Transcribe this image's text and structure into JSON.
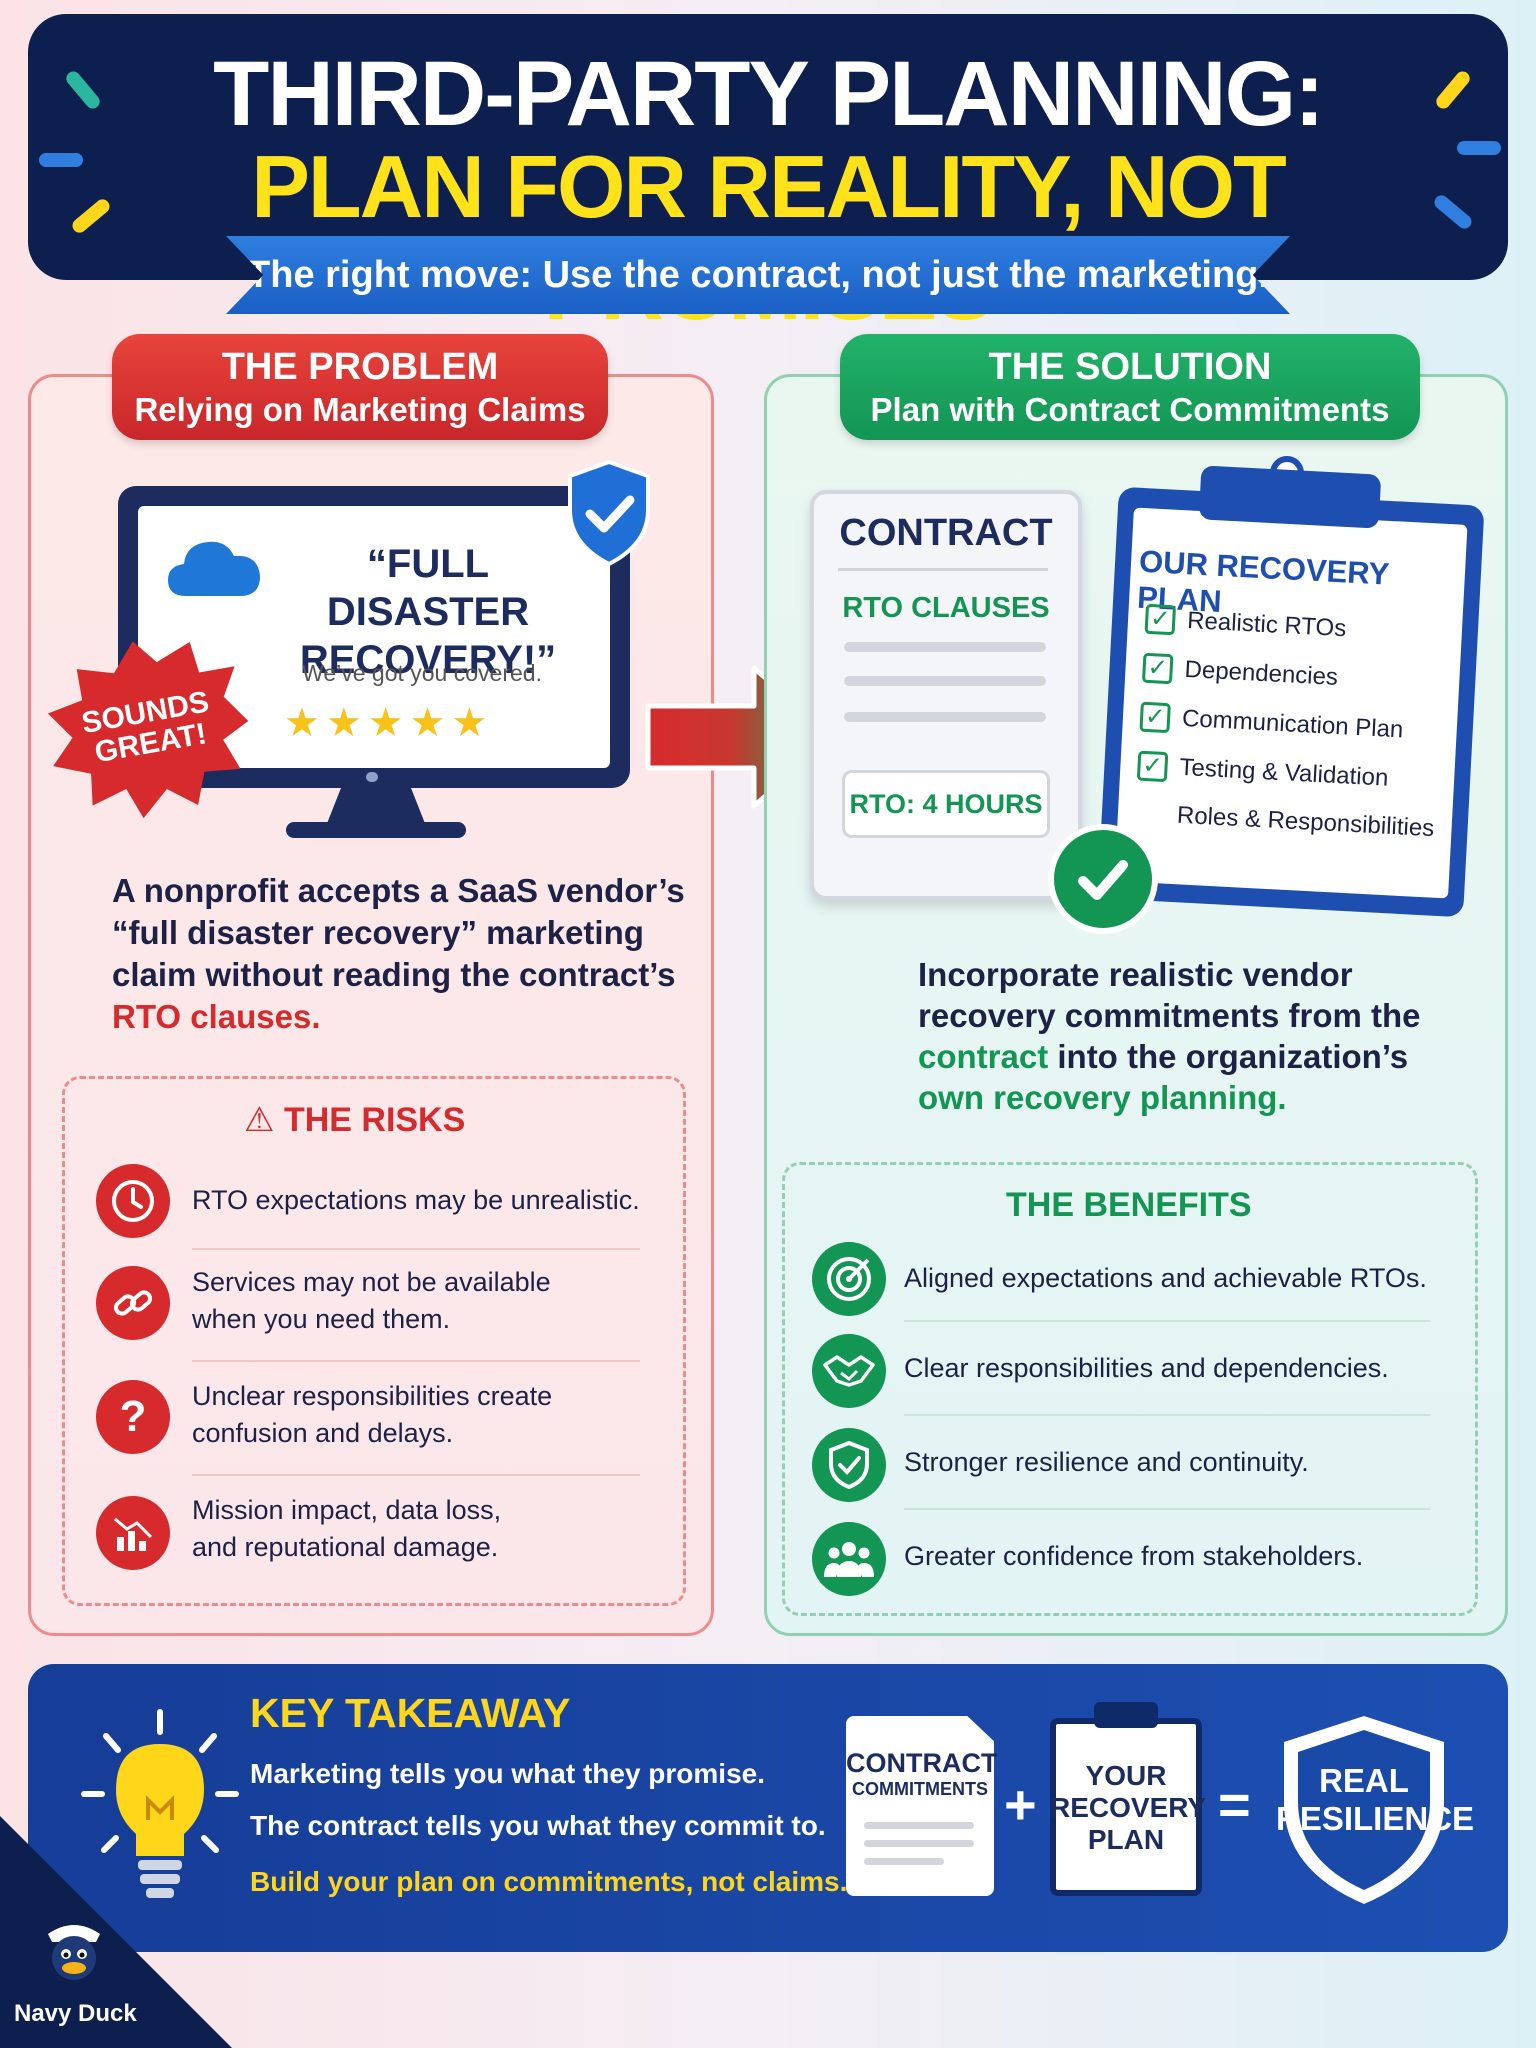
{
  "header": {
    "title_line1": "THIRD-PARTY PLANNING:",
    "title_line2": "PLAN FOR REALITY, NOT PROMISES",
    "subtitle": "The right move: Use the contract, not just the marketing."
  },
  "problem": {
    "heading": "THE PROBLEM",
    "subheading": "Relying on Marketing Claims",
    "monitor": {
      "quote_line1": "“FULL DISASTER",
      "quote_line2": "RECOVERY!”",
      "tagline": "We’ve got you covered.",
      "stars": "★★★★★",
      "burst_line1": "SOUNDS",
      "burst_line2": "GREAT!"
    },
    "text_line1": "A nonprofit accepts a SaaS vendor’s",
    "text_line2": "“full disaster recovery” marketing",
    "text_line3": "claim without reading the contract’s",
    "text_line4": "RTO clauses.",
    "risks_title": "THE RISKS",
    "risks": [
      {
        "icon": "clock-icon",
        "line1": "RTO expectations may be unrealistic.",
        "line2": ""
      },
      {
        "icon": "broken-link-icon",
        "line1": "Services may not be available",
        "line2": "when you need them."
      },
      {
        "icon": "question-icon",
        "line1": "Unclear responsibilities create",
        "line2": "confusion and delays."
      },
      {
        "icon": "declining-chart-icon",
        "line1": "Mission impact, data loss,",
        "line2": "and reputational damage."
      }
    ]
  },
  "solution": {
    "heading": "THE SOLUTION",
    "subheading": "Plan with Contract Commitments",
    "contract": {
      "title": "CONTRACT",
      "clauses": "RTO CLAUSES",
      "rto": "RTO: 4 HOURS"
    },
    "plan": {
      "title": "OUR RECOVERY PLAN",
      "items": [
        "Realistic RTOs",
        "Dependencies",
        "Communication Plan",
        "Testing & Validation",
        "Roles & Responsibilities"
      ]
    },
    "text_line1": "Incorporate realistic vendor",
    "text_line2": "recovery commitments from the",
    "text_line3a": "contract",
    "text_line3b": " into the organization’s",
    "text_line4": "own recovery planning.",
    "benefits_title": "THE BENEFITS",
    "benefits": [
      {
        "icon": "target-icon",
        "text": "Aligned expectations and achievable RTOs."
      },
      {
        "icon": "handshake-icon",
        "text": "Clear responsibilities and dependencies."
      },
      {
        "icon": "shield-check-icon",
        "text": "Stronger resilience and continuity."
      },
      {
        "icon": "people-icon",
        "text": "Greater confidence from stakeholders."
      }
    ]
  },
  "takeaway": {
    "title": "KEY TAKEAWAY",
    "line1": "Marketing tells you what they promise.",
    "line2": "The contract tells you what they commit to.",
    "line3": "Build your plan on commitments, not claims.",
    "equation": {
      "doc_line1": "CONTRACT",
      "doc_line2": "COMMITMENTS",
      "plus": "+",
      "plan_line1": "YOUR",
      "plan_line2": "RECOVERY",
      "plan_line3": "PLAN",
      "equals": "=",
      "result_line1": "REAL",
      "result_line2": "RESILIENCE"
    }
  },
  "brand": {
    "name": "Navy Duck"
  },
  "colors": {
    "navy": "#0d1f4e",
    "yellow": "#ffe21a",
    "red": "#d62a2d",
    "green": "#139553",
    "blue": "#1e4fb0"
  }
}
